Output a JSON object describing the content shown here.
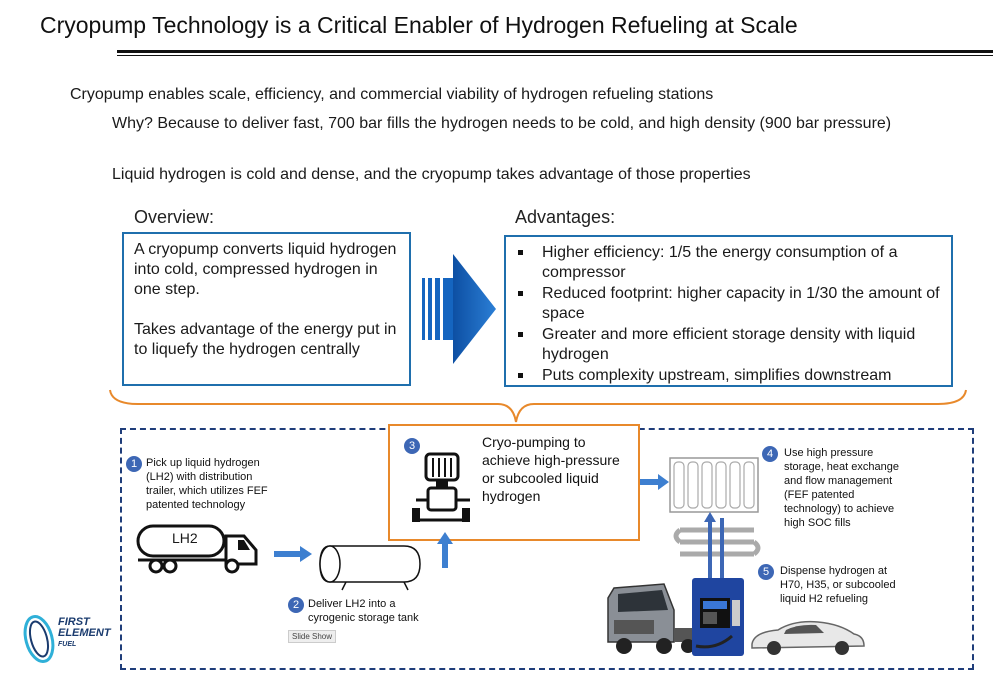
{
  "title": "Cryopump Technology is a Critical Enabler of Hydrogen Refueling at Scale",
  "bullets": {
    "main": "Cryopump enables scale, efficiency, and commercial viability of hydrogen refueling stations",
    "sub1": "Why? Because to deliver fast, 700 bar fills the hydrogen needs to be cold, and high density (900 bar pressure)",
    "sub2": "Liquid hydrogen is cold and dense, and the cryopump takes advantage of those properties"
  },
  "overview": {
    "heading": "Overview:",
    "p1": "A cryopump converts liquid hydrogen into cold, compressed hydrogen in one step.",
    "p2": "Takes advantage of the energy put in to liquefy the hydrogen centrally"
  },
  "advantages": {
    "heading": "Advantages:",
    "items": [
      "Higher efficiency: 1/5 the energy consumption of a compressor",
      "Reduced footprint: higher capacity in 1/30 the amount of space",
      "Greater and more efficient storage density with liquid hydrogen",
      "Puts complexity upstream, simplifies downstream"
    ]
  },
  "steps": [
    {
      "num": "1",
      "text": "Pick up liquid hydrogen (LH2) with distribution trailer, which utilizes FEF patented technology"
    },
    {
      "num": "2",
      "text": "Deliver LH2 into a cyrogenic storage tank"
    },
    {
      "num": "3",
      "text": "Cryo-pumping to achieve high-pressure or subcooled liquid hydrogen"
    },
    {
      "num": "4",
      "text": "Use high pressure storage, heat exchange and flow management (FEF patented technology) to achieve high SOC fills"
    },
    {
      "num": "5",
      "text": "Dispense hydrogen at H70, H35, or subcooled liquid H2 refueling"
    }
  ],
  "truck_label": "LH2",
  "slide_show": "Slide Show",
  "logo": {
    "line1": "FIRST",
    "line2": "ELEMENT",
    "line3": "FUEL"
  },
  "colors": {
    "accent_blue": "#1f6fad",
    "arrow_blue": "#1565c0",
    "orange": "#e8892b",
    "dash_navy": "#1f3d7a",
    "step_circle": "#3d67b5"
  }
}
